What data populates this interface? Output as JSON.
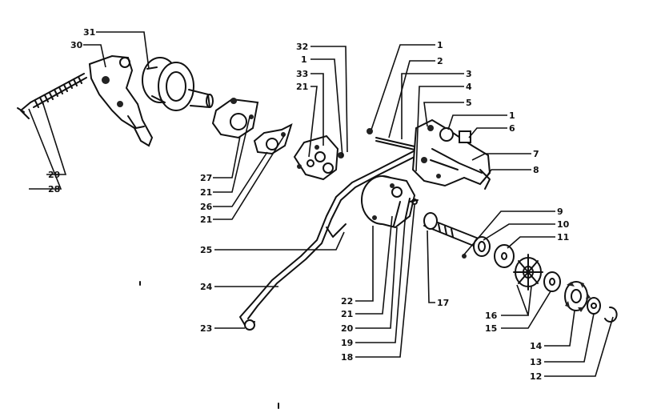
{
  "labels": [
    "1",
    "2",
    "3",
    "4",
    "5",
    "6",
    "7",
    "8",
    "9",
    "10",
    "11",
    "12",
    "13",
    "14",
    "15",
    "16",
    "17",
    "18",
    "19",
    "20",
    "21",
    "22",
    "23",
    "24",
    "25",
    "26",
    "27",
    "28",
    "29",
    "30",
    "31",
    "32",
    "33"
  ],
  "callouts": {
    "c31": "31",
    "c30": "30",
    "c32": "32",
    "c1a": "1",
    "c33": "33",
    "c21a": "21",
    "c1b": "1",
    "c2": "2",
    "c3": "3",
    "c4": "4",
    "c5": "5",
    "c1c": "1",
    "c6": "6",
    "c7": "7",
    "c8": "8",
    "c27": "27",
    "c21b": "21",
    "c26": "26",
    "c21c": "21",
    "c29": "29",
    "c28": "28",
    "c25": "25",
    "c24": "24",
    "c23": "23",
    "c22": "22",
    "c21d": "21",
    "c20": "20",
    "c19": "19",
    "c18": "18",
    "c17": "17",
    "c9": "9",
    "c10": "10",
    "c11": "11",
    "c16": "16",
    "c15": "15",
    "c14": "14",
    "c13": "13",
    "c12": "12"
  }
}
